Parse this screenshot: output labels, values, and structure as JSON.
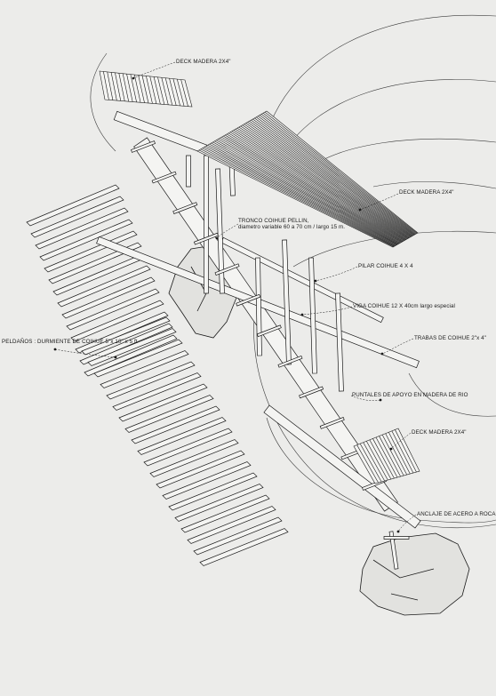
{
  "labels": {
    "deck_top": "DECK MADERA 2X4\"",
    "deck_right": "DECK MADERA 2X4\"",
    "tronco_line1": "TRONCO COIHUE PELLIN,",
    "tronco_line2": "diametro variable 60 a 70 cm / largo 15 m.",
    "pilar": "PILAR  COIHUE 4 X 4",
    "viga": "VIGA COIHUE 12 X 40cm largo especial",
    "trabas": "TRABAS DE COIHUE 2\"x 4\"",
    "peldanos": "PELDAÑOS : DURMIENTE DE COIHUE 5\"x 10\" x 5 ft",
    "puntales": "PUNTALES DE APOYO EN MADERA DE RIO",
    "deck_bottom": "DECK MADERA 2X4\"",
    "anclaje": "ANCLAJE DE ACERO A ROCA"
  },
  "colors": {
    "paper": "#ececea",
    "ink": "#1a1a1a",
    "contour": "#3a3a3a"
  }
}
